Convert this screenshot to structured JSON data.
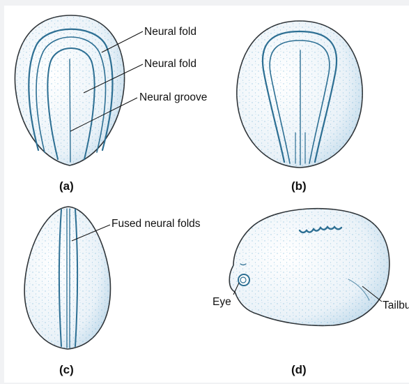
{
  "figure": {
    "panels": [
      {
        "caption": "(a)",
        "labels": [
          "Neural fold",
          "Neural fold",
          "Neural groove"
        ]
      },
      {
        "caption": "(b)",
        "labels": []
      },
      {
        "caption": "(c)",
        "labels": [
          "Fused neural folds"
        ]
      },
      {
        "caption": "(d)",
        "labels": [
          "Eye",
          "Tailbud"
        ]
      }
    ]
  },
  "colors": {
    "background": "#f1f2f4",
    "panel": "#ffffff",
    "embryo_fill": "#e3eef5",
    "stipple": "#5aa6cf",
    "ridge_line": "#2d6f93",
    "outline": "#2f3438"
  },
  "icons": [
    "embryo-a-drawing",
    "embryo-b-drawing",
    "embryo-c-drawing",
    "embryo-d-drawing"
  ]
}
